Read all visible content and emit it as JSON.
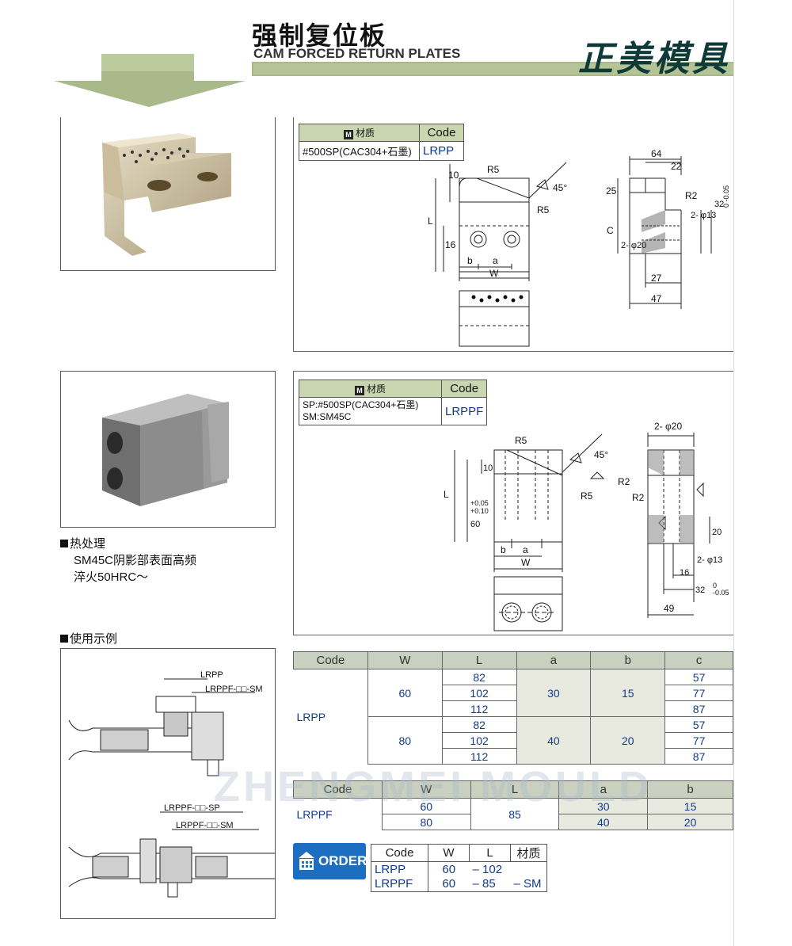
{
  "header": {
    "title_cn": "强制复位板",
    "title_en": "CAM FORCED RETURN PLATES",
    "brand": "正美模具"
  },
  "section1": {
    "material_table": {
      "header_material": "材质",
      "header_code": "Code",
      "material": "#500SP(CAC304+石墨)",
      "code": "LRPP"
    },
    "dims": {
      "d64": "64",
      "d22": "22",
      "d25": "25",
      "r2": "R2",
      "d13": "2- φ13",
      "d32": "32",
      "tol32_top": "0",
      "tol32_bot": "-0.05",
      "c": "C",
      "d20": "2- φ20",
      "d27": "27",
      "d47": "47",
      "r5a": "R5",
      "r5b": "R5",
      "a45": "45°",
      "d10": "10",
      "l": "L",
      "d16": "16",
      "b": "b",
      "a": "a",
      "w": "W"
    }
  },
  "section2": {
    "material_table": {
      "header_material": "材质",
      "header_code": "Code",
      "material_sp": "SP:#500SP(CAC304+石墨)",
      "material_sm": "SM:SM45C",
      "code": "LRPPF"
    },
    "heat_title": "热处理",
    "heat_line1": "SM45C阴影部表面高频",
    "heat_line2": "淬火50HRC～",
    "dims": {
      "d2phi20": "2- φ20",
      "r5a": "R5",
      "r5b": "R5",
      "a45": "45°",
      "r2a": "R2",
      "r2b": "R2",
      "d10": "10",
      "l": "L",
      "d60": "60",
      "tol60_top": "+0.10",
      "tol60_bot": "+0.05",
      "d20": "20",
      "d13": "2- φ13",
      "d16": "16",
      "d32": "32",
      "tol32_top": "0",
      "tol32_bot": "-0.05",
      "d49": "49",
      "b": "b",
      "a": "a",
      "w": "W"
    }
  },
  "usage": {
    "title": "使用示例",
    "label_lrpp": "LRPP",
    "label_lrppf_sm": "LRPPF-□□-SM",
    "label_lrppf_sp2": "LRPPF-□□-SP",
    "label_lrppf_sm2": "LRPPF-□□-SM"
  },
  "table_lrpp": {
    "headers": [
      "Code",
      "W",
      "L",
      "a",
      "b",
      "c"
    ],
    "code": "LRPP",
    "groups": [
      {
        "w": "60",
        "a": "30",
        "b": "15",
        "rows": [
          {
            "l": "82",
            "c": "57"
          },
          {
            "l": "102",
            "c": "77"
          },
          {
            "l": "112",
            "c": "87"
          }
        ]
      },
      {
        "w": "80",
        "a": "40",
        "b": "20",
        "rows": [
          {
            "l": "82",
            "c": "57"
          },
          {
            "l": "102",
            "c": "77"
          },
          {
            "l": "112",
            "c": "87"
          }
        ]
      }
    ]
  },
  "table_lrppf": {
    "headers": [
      "Code",
      "W",
      "L",
      "a",
      "b"
    ],
    "code": "LRPPF",
    "l": "85",
    "rows": [
      {
        "w": "60",
        "a": "30",
        "b": "15"
      },
      {
        "w": "80",
        "a": "40",
        "b": "20"
      }
    ]
  },
  "order": {
    "badge": "ORDER",
    "headers": [
      "Code",
      "W",
      "L",
      "材质"
    ],
    "rows": [
      {
        "code": "LRPP",
        "w": "60",
        "l": "– 102",
        "m": ""
      },
      {
        "code": "LRPPF",
        "w": "60",
        "l": "– 85",
        "m": "– SM"
      }
    ]
  },
  "watermark": "ZHENGMEI MOULD",
  "colors": {
    "header_green": "#a9b98a",
    "table_header": "#c9d0c0",
    "code_blue": "#123a8a"
  }
}
